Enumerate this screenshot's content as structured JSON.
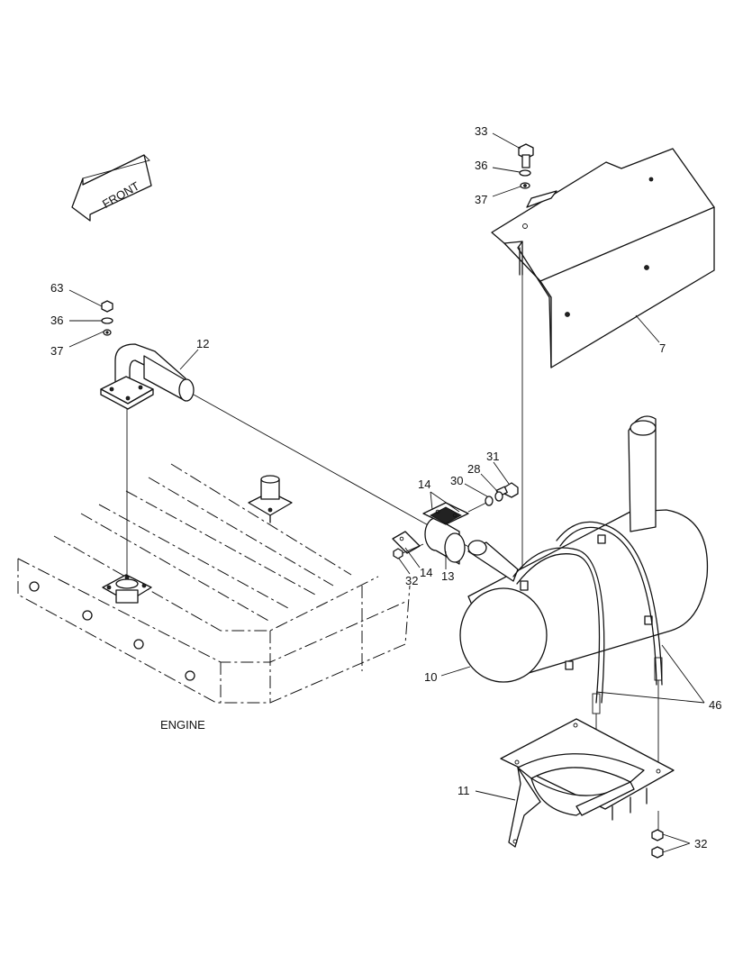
{
  "labels": {
    "front": "FRONT",
    "engine": "ENGINE"
  },
  "callouts": {
    "c33": "33",
    "c36_top": "36",
    "c37_top": "37",
    "c7": "7",
    "c63": "63",
    "c36_left": "36",
    "c37_left": "37",
    "c12": "12",
    "c31": "31",
    "c28": "28",
    "c30": "30",
    "c14_top": "14",
    "c14_bottom": "14",
    "c32_mid": "32",
    "c13": "13",
    "c10": "10",
    "c46": "46",
    "c11": "11",
    "c32_bottom": "32"
  }
}
